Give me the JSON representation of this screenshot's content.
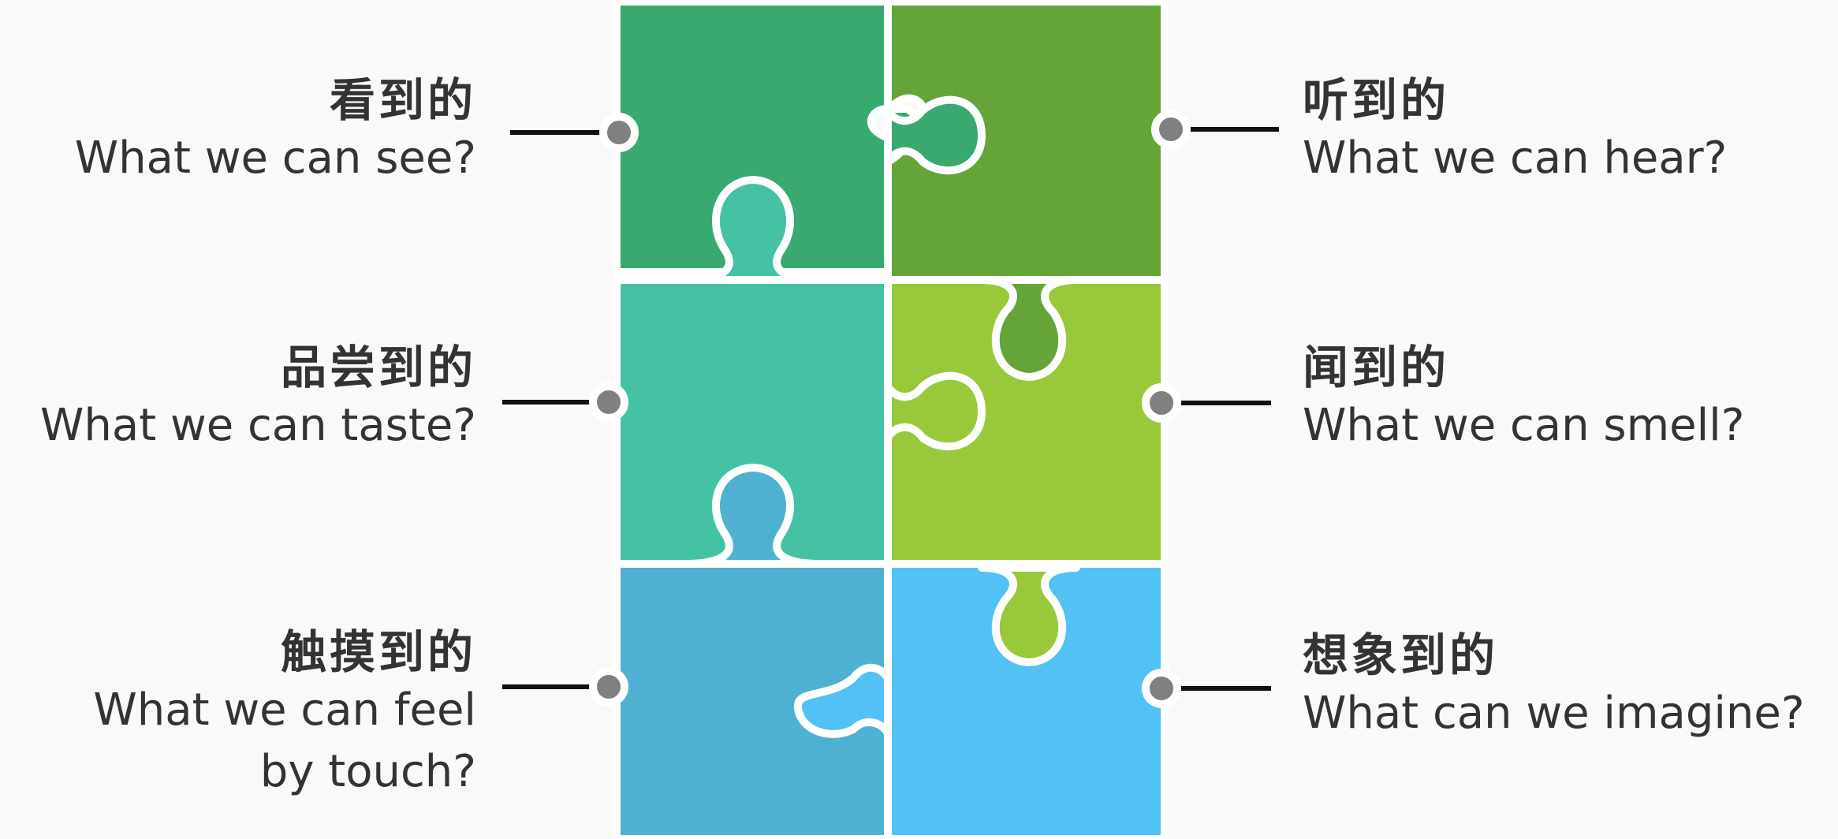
{
  "colors": {
    "background": "#f9f9f9",
    "piece_top_left": "#39a96f",
    "piece_top_right": "#64a438",
    "piece_mid_left": "#45c2a4",
    "piece_mid_right": "#99c93a",
    "piece_bottom_left": "#4fb1d1",
    "piece_bottom_right": "#52c1f6",
    "connector_dot": "#808080",
    "connector_line": "#111111",
    "text": "#333333"
  },
  "labels": {
    "see": {
      "zh": "看到的",
      "en": "What we can see?"
    },
    "hear": {
      "zh": "听到的",
      "en": "What we can hear?"
    },
    "taste": {
      "zh": "品尝到的",
      "en": "What we can taste?"
    },
    "smell": {
      "zh": "闻到的",
      "en": "What we can smell?"
    },
    "touch": {
      "zh": "触摸到的",
      "en": "What we can feel\nby touch?"
    },
    "imagine": {
      "zh": "想象到的",
      "en": "What can we imagine?"
    }
  }
}
